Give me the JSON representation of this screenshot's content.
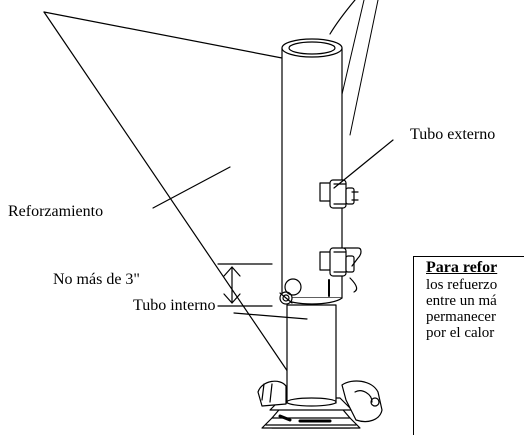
{
  "labels": {
    "outer_tube": "Tubo externo",
    "reinforcement": "Reforzamiento",
    "max_gap": "No más de 3\"",
    "inner_tube": "Tubo interno"
  },
  "note": {
    "heading": "Para refor",
    "lines": [
      "los refuerzo",
      "entre un má",
      "permanecer",
      "por el calor"
    ]
  },
  "colors": {
    "line": "#000000",
    "background": "#ffffff"
  }
}
